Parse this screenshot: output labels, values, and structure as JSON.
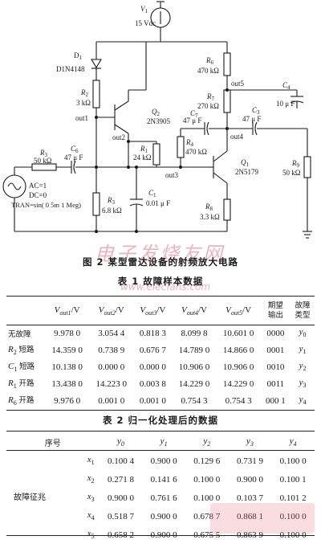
{
  "circuit": {
    "v1_label": "V",
    "v1_sub": "1",
    "v1_value": "15 Vdc",
    "d1_label": "D",
    "d1_sub": "1",
    "d1_part": "D1N4148",
    "r2": "R",
    "r2_sub": "2",
    "r2_value": "3 kΩ",
    "r6": "R",
    "r6_sub": "6",
    "r6_value": "470 kΩ",
    "out5": "out5",
    "c4": "C",
    "c4_sub": "4",
    "c4_value": "10 μ F",
    "r7": "R",
    "r7_sub": "7",
    "r7_value": "270 kΩ",
    "c7": "C",
    "c7_sub": "7",
    "c7_value": "47 μ F",
    "c3": "C",
    "c3_sub": "3",
    "c3_value": "47 μ F",
    "q2": "Q",
    "q2_sub": "2",
    "q2_part": "2N3905",
    "out1": "out1",
    "out2": "out2",
    "r1": "R",
    "r1_sub": "1",
    "r1_value": "24 kΩ",
    "r4": "R",
    "r4_sub": "4",
    "r4_value": "470 kΩ",
    "out4": "out4",
    "r3_left": "R",
    "r3_left_sub": "3",
    "r3_left_value": "50 kΩ",
    "c6": "C",
    "c6_sub": "6",
    "c6_value": "47 μ F",
    "out3": "out3",
    "q1": "Q",
    "q1_sub": "1",
    "q1_part": "2N5179",
    "r9": "R",
    "r9_sub": "9",
    "r9_value": "50 kΩ",
    "r3_low": "R",
    "r3_low_sub": "3",
    "r3_low_value": "6.8 kΩ",
    "c1": "C",
    "c1_sub": "1",
    "c1_value": "0.01 μ F",
    "r8": "R",
    "r8_sub": "8",
    "r8_value": "3.3 kΩ",
    "src_ac": "AC=1",
    "src_dc": "DC=0",
    "src_tran": "TRAN=sin( 0 5m 1 Meg)"
  },
  "figure_caption": "图 2  某型雷达设备的射频放大电路",
  "table1": {
    "caption": "表 1  故障样本数据",
    "headers": [
      "V",
      "V",
      "V",
      "V",
      "V"
    ],
    "header_subs": [
      "out1",
      "out2",
      "out3",
      "out4",
      "out5"
    ],
    "header_unit": "/V",
    "header_expected_1": "期望",
    "header_expected_2": "输出",
    "header_type_1": "故障",
    "header_type_2": "类型",
    "rows": [
      {
        "label": "无故障",
        "sym": "",
        "sym_sub": "",
        "values": [
          "9.978 0",
          "3.054 4",
          "0.818 3",
          "8.099 8",
          "10.601 0"
        ],
        "expected": "0000",
        "type": "y",
        "type_sub": "0"
      },
      {
        "label": "短路",
        "sym": "R",
        "sym_sub": "2",
        "values": [
          "14.359 0",
          "0.738 9",
          "0.676 7",
          "14.789 0",
          "14.866 0"
        ],
        "expected": "0001",
        "type": "y",
        "type_sub": "1"
      },
      {
        "label": "短路",
        "sym": "C",
        "sym_sub": "1",
        "values": [
          "10.138 0",
          "0.000 0",
          "0.000 0",
          "10.906 0",
          "10.906 0"
        ],
        "expected": "0010",
        "type": "y",
        "type_sub": "2"
      },
      {
        "label": "开路",
        "sym": "R",
        "sym_sub": "1",
        "values": [
          "13.438 0",
          "14.223 0",
          "0.003 8",
          "14.229 0",
          "14.229 0"
        ],
        "expected": "0011",
        "type": "y",
        "type_sub": "3"
      },
      {
        "label": "开路",
        "sym": "R",
        "sym_sub": "6",
        "values": [
          "9.976 0",
          "0.001 0",
          "0.001 0",
          "0.754 3",
          "0.754 3"
        ],
        "expected": "000 1",
        "type": "y",
        "type_sub": "4"
      }
    ]
  },
  "table2": {
    "caption": "表 2  归一化处理后的数据",
    "header_index": "序号",
    "headers": [
      "y",
      "y",
      "y",
      "y",
      "y"
    ],
    "header_subs": [
      "0",
      "1",
      "2",
      "3",
      "4"
    ],
    "group_label": "故障征兆",
    "rows": [
      {
        "sym": "x",
        "sub": "1",
        "values": [
          "0.100 4",
          "0.900 0",
          "0.129 6",
          "0.731 9",
          "0.100 0"
        ]
      },
      {
        "sym": "x",
        "sub": "2",
        "values": [
          "0.271 8",
          "0.141 6",
          "0.100 0",
          "0.900 0",
          "0.100 1"
        ]
      },
      {
        "sym": "x",
        "sub": "3",
        "values": [
          "0.900 0",
          "0.761 6",
          "0.100 0",
          "0.103 7",
          "0.101 2"
        ]
      },
      {
        "sym": "x",
        "sub": "4",
        "values": [
          "0.518 7",
          "0.900 0",
          "0.678 7",
          "0.868 1",
          "0.100 0"
        ]
      },
      {
        "sym": "x",
        "sub": "5",
        "values": [
          "0.658 2",
          "0.900 0",
          "0.675 5",
          "0.863 9",
          "0.100 0"
        ]
      }
    ]
  },
  "watermark": {
    "line1": "电子发烧友网",
    "line2": "www.elecfans.com"
  }
}
